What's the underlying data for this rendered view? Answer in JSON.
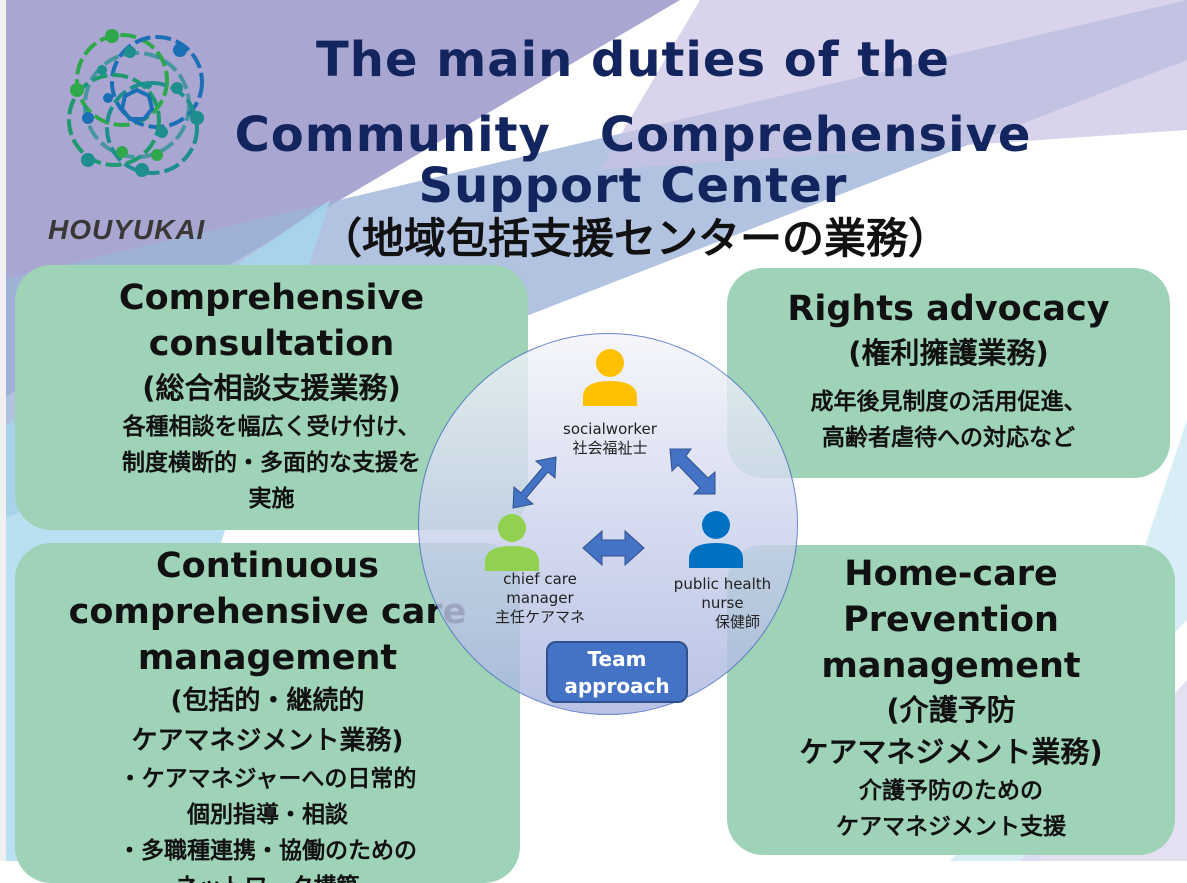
{
  "title": {
    "lines": [
      "The main duties of the",
      "Community　Comprehensive",
      "Support Center"
    ],
    "japanese": "（地域包括支援センターの業務）"
  },
  "logo": {
    "brand": "HOUYUKAI",
    "colors": [
      "#2ea84a",
      "#1f8e8e",
      "#1a6fb5"
    ]
  },
  "boxes": {
    "comprehensive": {
      "title": [
        "Comprehensive",
        "consultation"
      ],
      "japanese": "(総合相談支援業務)",
      "body": [
        "各種相談を幅広く受け付け、",
        "制度横断的・多面的な支援を",
        "実施"
      ]
    },
    "rights": {
      "title": [
        "Rights advocacy"
      ],
      "japanese": "(権利擁護業務)",
      "body": [
        "成年後見制度の活用促進、",
        "高齢者虐待への対応など"
      ]
    },
    "continuous": {
      "title": [
        "Continuous",
        "comprehensive care",
        "management"
      ],
      "japanese": [
        "(包括的・継続的",
        "ケアマネジメント業務)"
      ],
      "body": [
        "・ケアマネジャーへの日常的",
        "個別指導・相談",
        "・多職種連携・協働のための",
        "ネットワーク構築"
      ]
    },
    "homecare": {
      "title": [
        "Home-care",
        "Prevention",
        "management"
      ],
      "japanese": [
        "(介護予防",
        "ケアマネジメント業務)"
      ],
      "body": [
        "介護予防のための",
        "ケアマネジメント支援"
      ]
    }
  },
  "team": {
    "socialworker": {
      "en": "socialworker",
      "jp": "社会福祉士",
      "color": "#ffc000"
    },
    "care_manager": {
      "en1": "chief care",
      "en2": "manager",
      "jp": "主任ケアマネ",
      "color": "#92d050"
    },
    "nurse": {
      "en1": "public health",
      "en2": "nurse",
      "jp": "保健師",
      "color": "#0070c0"
    },
    "label": [
      "Team",
      "approach"
    ]
  },
  "colors": {
    "box": "#9ed3b8",
    "title": "#13255e",
    "arrow": "#4472c4"
  }
}
